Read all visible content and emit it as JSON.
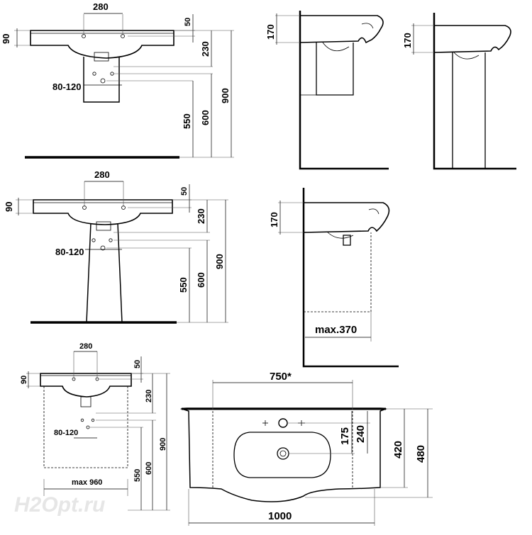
{
  "drawing_1": {
    "width_280": "280",
    "dim_50": "50",
    "dim_90": "90",
    "dim_230": "230",
    "dim_80_120": "80-120",
    "dim_550": "550",
    "dim_600": "600",
    "dim_900": "900"
  },
  "drawing_2": {
    "width_280": "280",
    "dim_50": "50",
    "dim_90": "90",
    "dim_230": "230",
    "dim_80_120": "80-120",
    "dim_550": "550",
    "dim_600": "600",
    "dim_900": "900"
  },
  "drawing_3": {
    "width_280": "280",
    "dim_50": "50",
    "dim_90": "90",
    "dim_230": "230",
    "dim_80_120": "80-120",
    "dim_550": "550",
    "dim_600": "600",
    "dim_900": "900",
    "max_960": "max 960"
  },
  "side_views": {
    "dim_170_a": "170",
    "dim_170_b": "170",
    "dim_170_c": "170",
    "max_370": "max.370"
  },
  "top_view": {
    "dim_750": "750*",
    "dim_1000": "1000",
    "dim_175": "175",
    "dim_240": "240",
    "dim_420": "420",
    "dim_480": "480"
  },
  "watermark": "H2Opt.ru"
}
